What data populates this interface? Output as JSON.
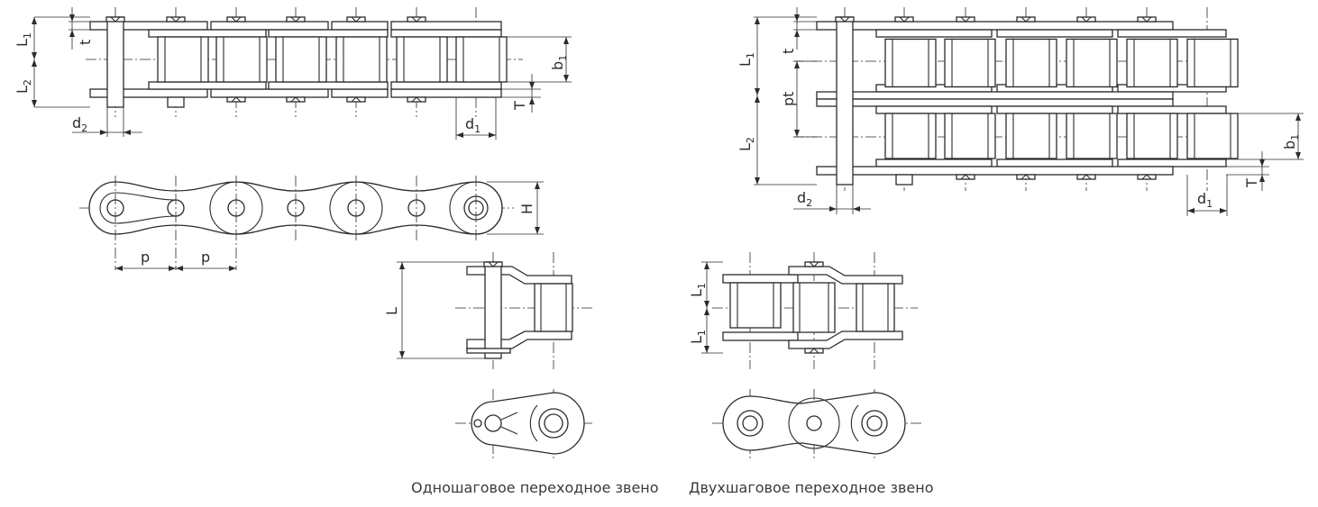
{
  "captions": {
    "single_pitch": "Одношаговое переходное звено",
    "double_pitch": "Двухшаговое переходное звено"
  },
  "dimensions": {
    "L1": {
      "main": "L",
      "sub": "1"
    },
    "L2": {
      "main": "L",
      "sub": "2"
    },
    "t": "t",
    "T": "T",
    "b1": {
      "main": "b",
      "sub": "1"
    },
    "d1": {
      "main": "d",
      "sub": "1"
    },
    "d2": {
      "main": "d",
      "sub": "2"
    },
    "H": "H",
    "p": "p",
    "pt": "pt",
    "L": "L"
  }
}
